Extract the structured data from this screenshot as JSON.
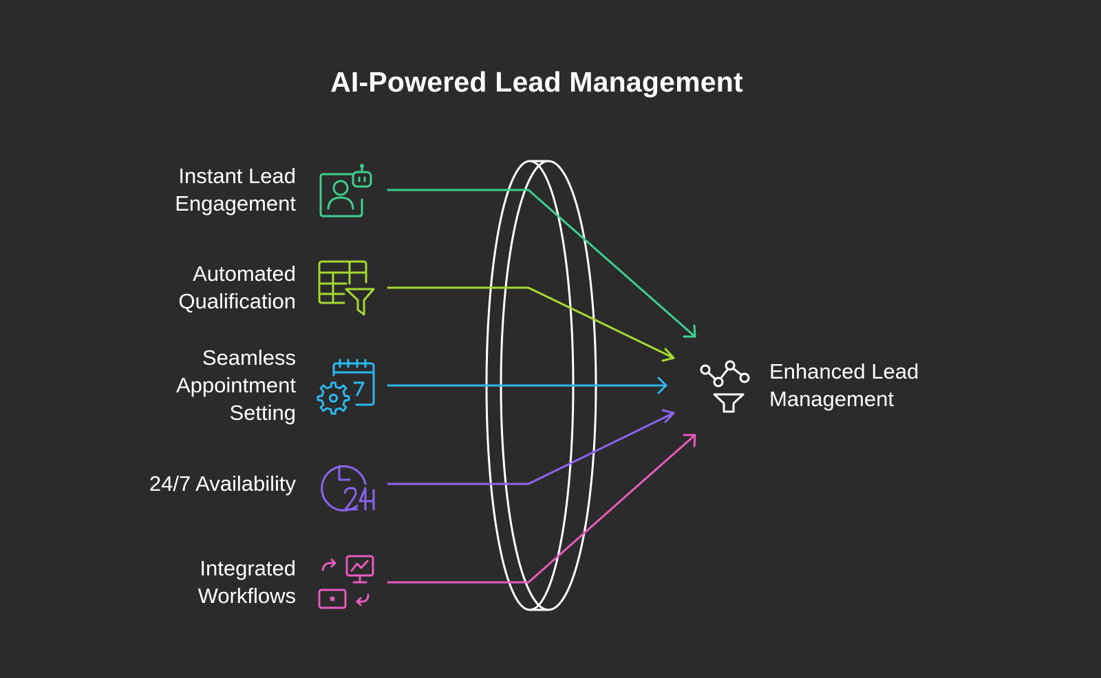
{
  "title": "AI-Powered Lead Management",
  "inputs": [
    {
      "lines": [
        "Instant Lead",
        "Engagement"
      ],
      "color": "#3ecf8e",
      "icon": "lead-bot-icon"
    },
    {
      "lines": [
        "Automated",
        "Qualification"
      ],
      "color": "#a6d930",
      "icon": "table-filter-icon"
    },
    {
      "lines": [
        "Seamless",
        "Appointment",
        "Setting"
      ],
      "color": "#2bb8ef",
      "icon": "calendar-gear-icon"
    },
    {
      "lines": [
        "24/7 Availability"
      ],
      "color": "#8b63ee",
      "icon": "clock-24-icon"
    },
    {
      "lines": [
        "Integrated",
        "Workflows"
      ],
      "color": "#e85bbf",
      "icon": "workflow-monitor-icon"
    }
  ],
  "output": {
    "lines": [
      "Enhanced Lead",
      "Management"
    ],
    "color": "#ffffff",
    "icon": "funnel-network-icon"
  },
  "lens": {
    "color": "#ffffff"
  }
}
